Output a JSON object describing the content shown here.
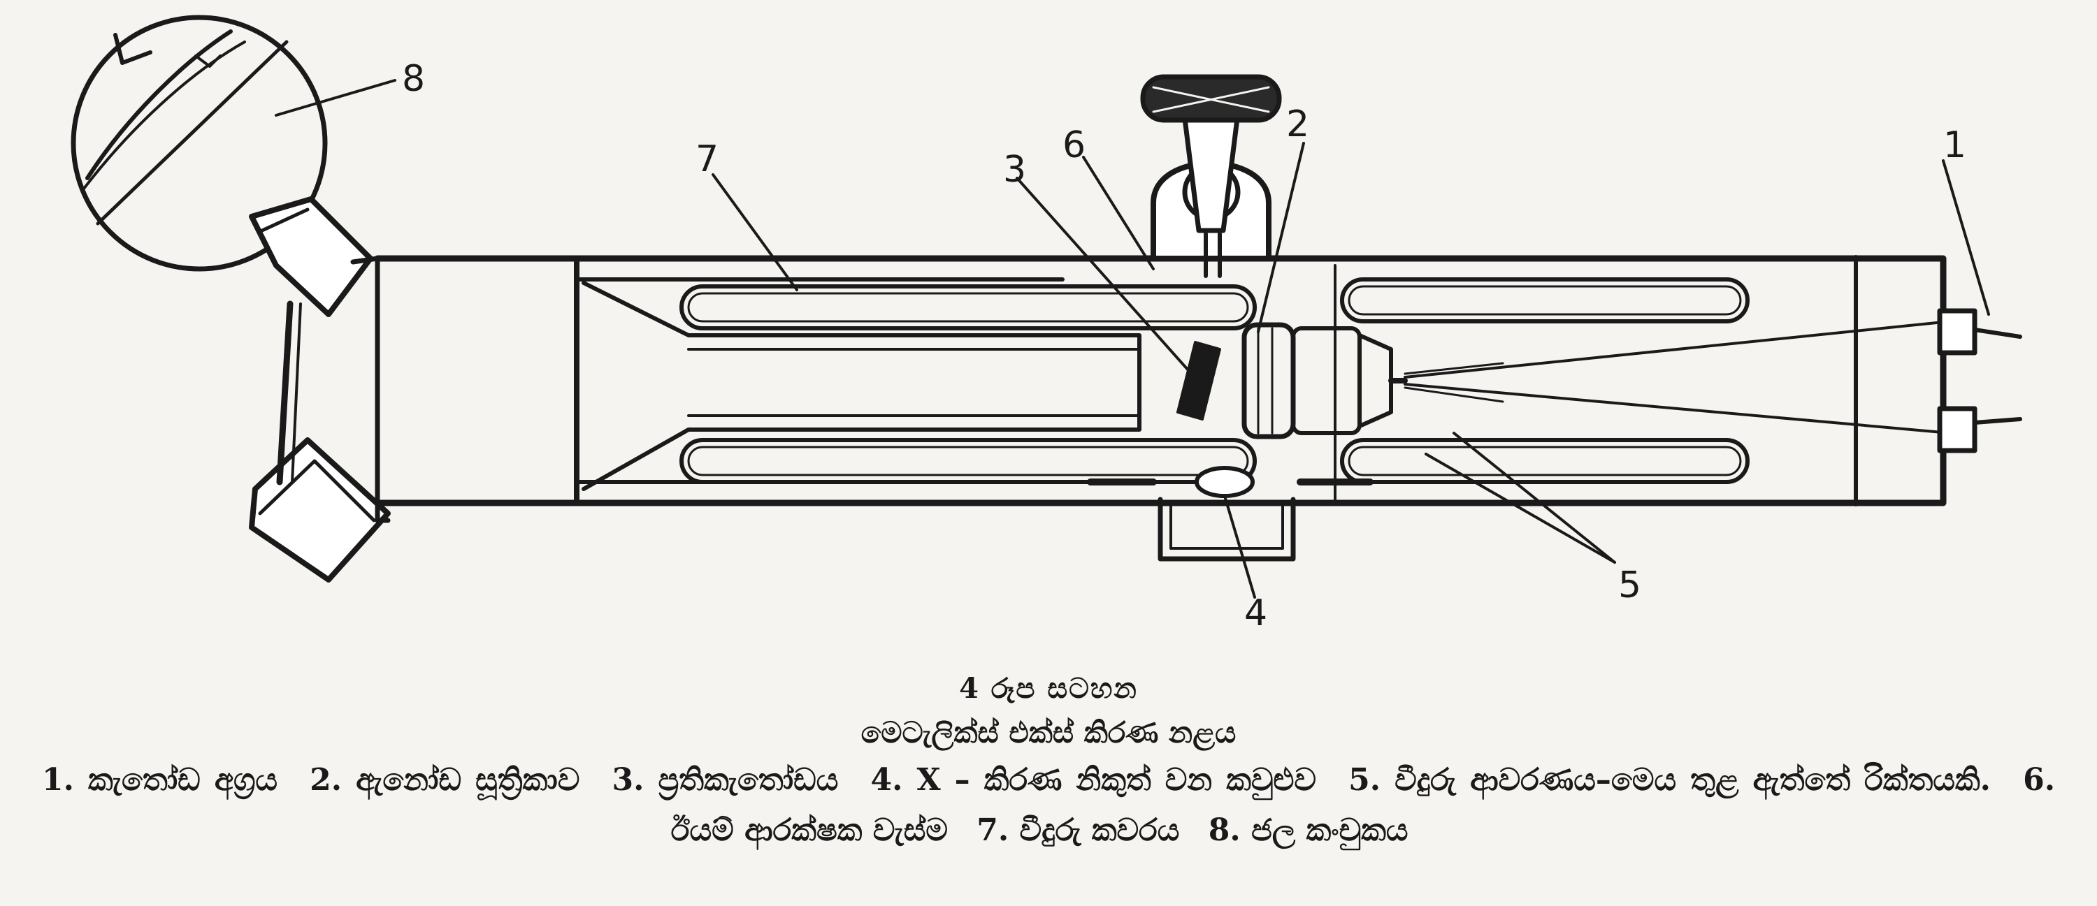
{
  "callouts": [
    "1",
    "2",
    "3",
    "4",
    "5",
    "6",
    "7",
    "8"
  ],
  "caption": {
    "figure": "4 රූප සටහන",
    "title": "මෙටැලික්ස් එක්ස් කිරණ නළය",
    "legend": [
      "1. කැතෝඩ අග්‍රය",
      "2. ඇනෝඩ සූත්‍රිකාව",
      "3. ප්‍රතිකැතෝඩය",
      "4. X – කිරණ නිකුත් වන කවුළුව",
      "5. වීදුරු ආවරණය–මෙය තුළ ඇත්තේ රික්තයකි.",
      "6. ඊයම් ආරක්ෂක වැස්ම",
      "7. වීදුරු කවරය",
      "8. ජල කංචුකය"
    ]
  },
  "colors": {
    "ink": "#1a1a1a",
    "paper": "#f5f4f0"
  }
}
